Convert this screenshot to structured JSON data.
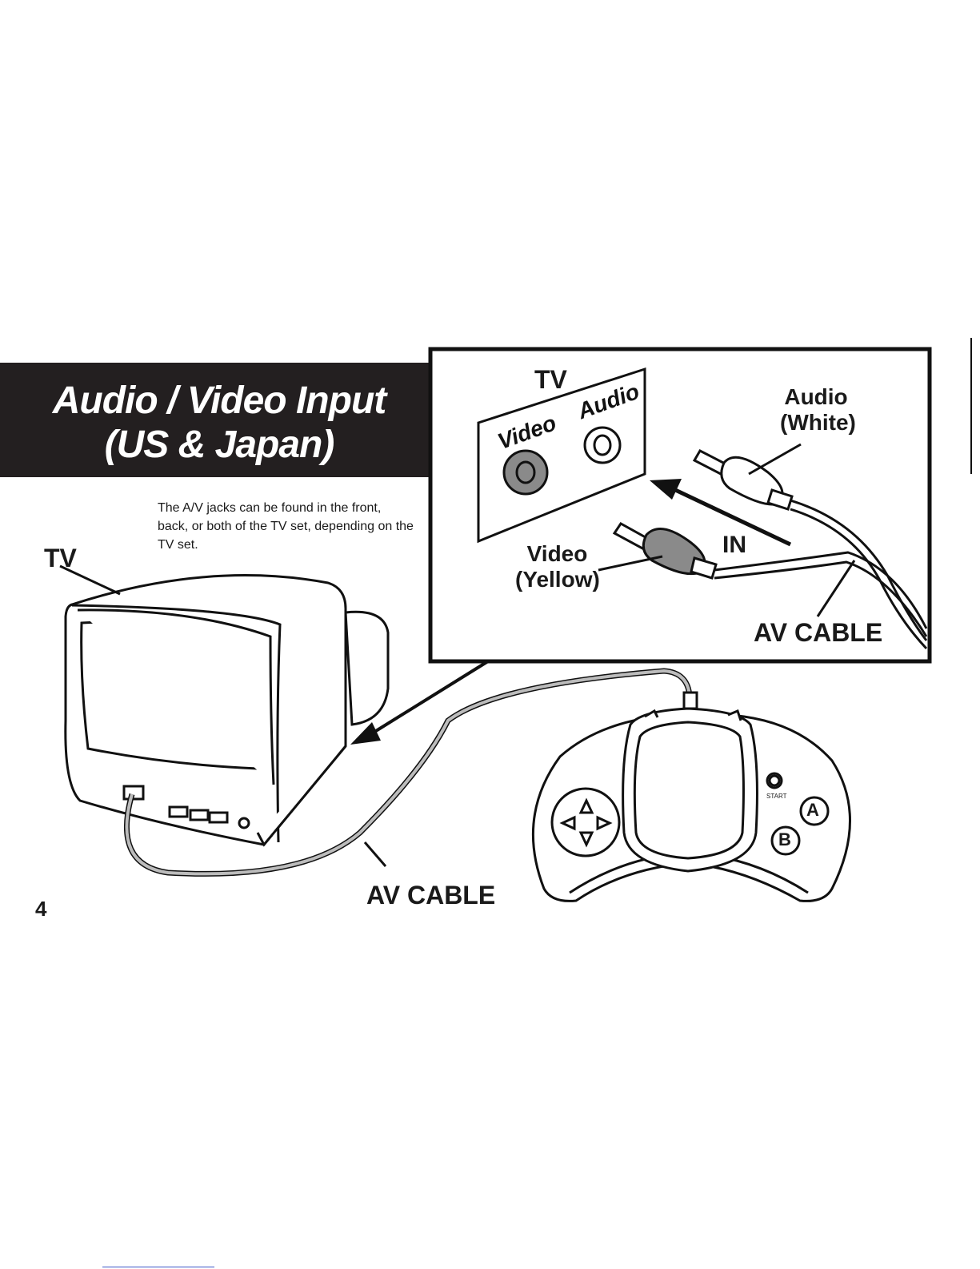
{
  "header": {
    "title_line1": "Audio / Video Input",
    "title_line2": "(US & Japan)"
  },
  "note": "The A/V jacks can be found in the front, back, or both of the TV set, depending on the TV set.",
  "labels": {
    "tv": "TV",
    "av_cable_bottom": "AV CABLE",
    "page_number": "4"
  },
  "inset": {
    "tv": "TV",
    "jack_video": "Video",
    "jack_audio": "Audio",
    "audio_plug_line1": "Audio",
    "audio_plug_line2": "(White)",
    "video_plug_line1": "Video",
    "video_plug_line2": "(Yellow)",
    "in": "IN",
    "av_cable": "AV CABLE"
  },
  "controller": {
    "start": "START",
    "button_a": "A",
    "button_b": "B"
  },
  "colors": {
    "banner": "#231f20",
    "video_plug": "#8a8a8a",
    "cable": "#9a9a9a"
  }
}
